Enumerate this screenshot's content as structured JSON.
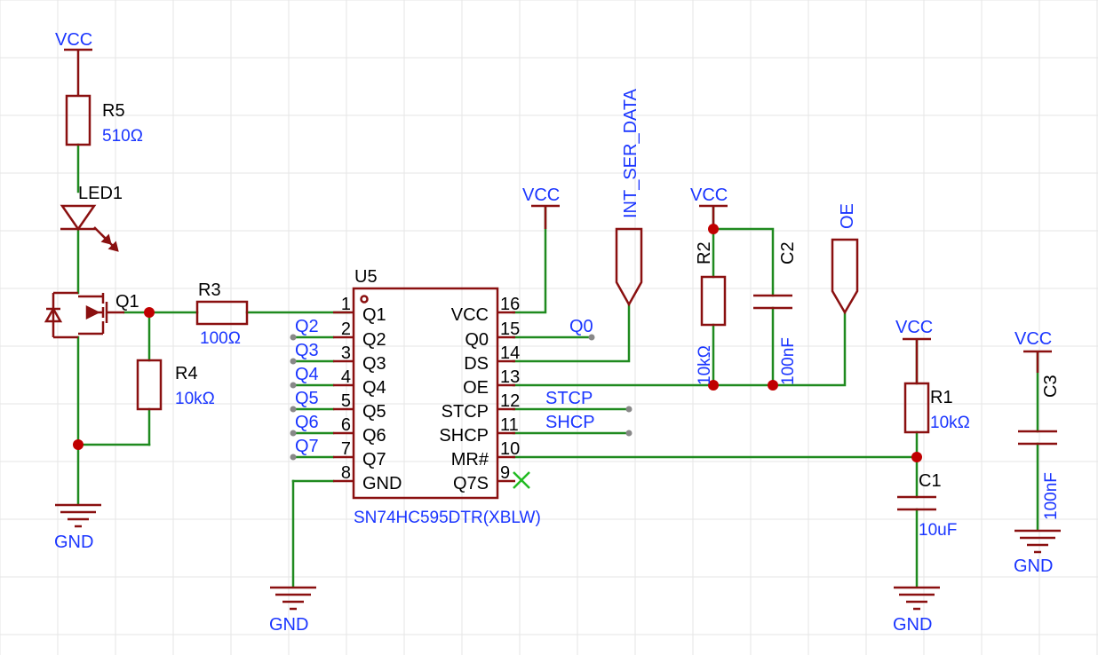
{
  "colors": {
    "wire": "#1f8a1f",
    "symbol": "#8a1010",
    "net": "#1a35ff",
    "text": "#000000",
    "grid": "#e6e6e6",
    "noconnect": "#22bb22"
  },
  "power": {
    "vcc": "VCC",
    "gnd": "GND"
  },
  "components": {
    "r5": {
      "ref": "R5",
      "value": "510Ω"
    },
    "led1": {
      "ref": "LED1"
    },
    "q1": {
      "ref": "Q1"
    },
    "r3": {
      "ref": "R3",
      "value": "100Ω"
    },
    "r4": {
      "ref": "R4",
      "value": "10kΩ"
    },
    "r2": {
      "ref": "R2",
      "value": "10kΩ"
    },
    "c2": {
      "ref": "C2",
      "value": "100nF"
    },
    "r1": {
      "ref": "R1",
      "value": "10kΩ"
    },
    "c1": {
      "ref": "C1",
      "value": "10uF"
    },
    "c3": {
      "ref": "C3",
      "value": "100nF"
    }
  },
  "chip": {
    "ref": "U5",
    "part": "SN74HC595DTR(XBLW)",
    "left_pins": [
      {
        "num": "1",
        "name": "Q1"
      },
      {
        "num": "2",
        "name": "Q2"
      },
      {
        "num": "3",
        "name": "Q3"
      },
      {
        "num": "4",
        "name": "Q4"
      },
      {
        "num": "5",
        "name": "Q5"
      },
      {
        "num": "6",
        "name": "Q6"
      },
      {
        "num": "7",
        "name": "Q7"
      },
      {
        "num": "8",
        "name": "GND"
      }
    ],
    "right_pins": [
      {
        "num": "16",
        "name": "VCC"
      },
      {
        "num": "15",
        "name": "Q0"
      },
      {
        "num": "14",
        "name": "DS"
      },
      {
        "num": "13",
        "name": "OE"
      },
      {
        "num": "12",
        "name": "STCP"
      },
      {
        "num": "11",
        "name": "SHCP"
      },
      {
        "num": "10",
        "name": "MR#"
      },
      {
        "num": "9",
        "name": "Q7S"
      }
    ]
  },
  "net_labels": {
    "left": [
      "Q2",
      "Q3",
      "Q4",
      "Q5",
      "Q6",
      "Q7"
    ],
    "q0": "Q0",
    "stcp": "STCP",
    "shcp": "SHCP"
  },
  "ports": {
    "int_ser_data": "INT_SER_DATA",
    "oe": "OE"
  }
}
